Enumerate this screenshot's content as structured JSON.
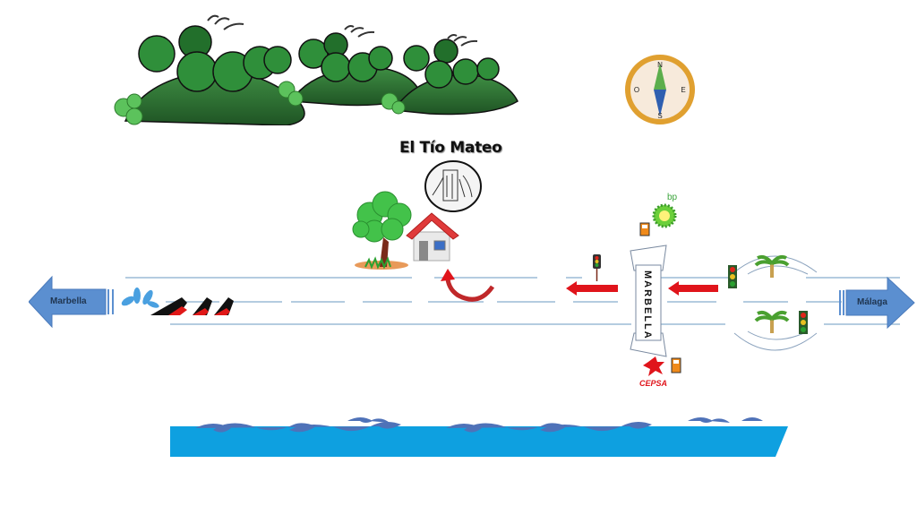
{
  "title": "El Tío Mateo",
  "destinations": {
    "west": "Marbella",
    "east": "Málaga"
  },
  "roundabout_sign": "MARBELLA",
  "brands": {
    "bp": "bp",
    "cepsa": "CEPSA"
  },
  "compass": {
    "north": "N",
    "south": "S",
    "east": "E",
    "west": "O"
  },
  "colors": {
    "road_line": "#9cbcd6",
    "direction_arrow": "#5b8fd0",
    "route_arrow": "#e0141b",
    "sea": "#0ea0e0",
    "wave": "#4f72b8",
    "hill": "#2d6a2f",
    "compass_ring": "#e0a030"
  }
}
